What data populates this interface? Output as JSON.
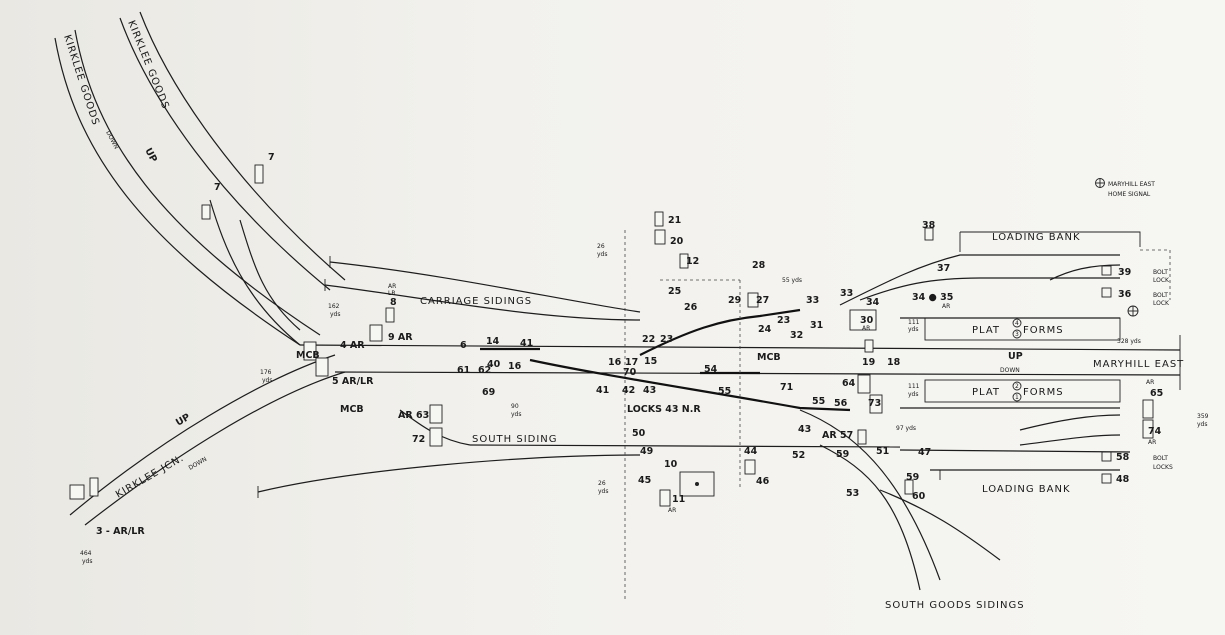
{
  "areas": {
    "kirklee_goods_outer": "KIRKLEE GOODS",
    "kirklee_goods_inner": "KIRKLEE GOODS",
    "carriage_sidings": "CARRIAGE SIDINGS",
    "loading_bank_top": "LOADING BANK",
    "loading_bank_bottom": "LOADING BANK",
    "south_siding": "SOUTH SIDING",
    "south_goods_sidings": "SOUTH GOODS SIDINGS",
    "kirklee_jcn": "KIRKLEE JCN.",
    "maryhill_east": "MARYHILL EAST",
    "platforms_top_a": "PLAT",
    "platforms_top_b": "FORMS",
    "platforms_bottom_a": "PLAT",
    "platforms_bottom_b": "FORMS",
    "platform_4": "4",
    "platform_3": "3",
    "platform_2": "2",
    "platform_1": "1",
    "mcb_1": "MCB",
    "mcb_2": "MCB",
    "mcb_3": "MCB"
  },
  "legend": {
    "line1": "MARYHILL EAST",
    "line2": "HOME SIGNAL"
  },
  "directions": {
    "up_left_diag": "UP",
    "down_left_diag": "DOWN",
    "up_goods": "UP",
    "down_goods": "DOWN",
    "up_main": "UP",
    "down_main": "DOWN"
  },
  "bolt_locks": {
    "a": "BOLT",
    "a2": "LOCK",
    "b": "BOLT",
    "b2": "LOCK",
    "c": "BOLT",
    "c2": "LOCKS"
  },
  "distances": {
    "d162": "162",
    "d162u": "yds",
    "d176": "176",
    "d176u": "yds",
    "d90": "90",
    "d90u": "yds",
    "d26a": "26",
    "d26au": "yds",
    "d26b": "26",
    "d26bu": "yds",
    "d55": "55 yds",
    "d111a": "111",
    "d111au": "yds",
    "d328": "328 yds",
    "d111b": "111",
    "d111bu": "yds",
    "d97": "97 yds",
    "d359": "359",
    "d359u": "yds",
    "d464": "464",
    "d464u": "yds"
  },
  "notes": {
    "locks": "LOCKS 43 N.R",
    "n3": "3 - AR/LR"
  },
  "numbers": {
    "n7a": "7",
    "n7b": "7",
    "n8": "8",
    "n8ar": "AR",
    "n8lr": "LR",
    "n9": "9 AR",
    "n4": "4 AR",
    "n5": "5 AR/LR",
    "n6": "6",
    "n14": "14",
    "n41a": "41",
    "n40": "40",
    "n16a": "16",
    "n61": "61",
    "n62": "62",
    "n69": "69",
    "n63": "AR 63",
    "n72": "72",
    "n21": "21",
    "n20": "20",
    "n12": "12",
    "n25": "25",
    "n26": "26",
    "n22": "22",
    "n23a": "23",
    "n15": "15",
    "n16b": "16",
    "n17": "17",
    "n70": "70",
    "n41b": "41",
    "n42": "42",
    "n43a": "43",
    "n50": "50",
    "n49": "49",
    "n10": "10",
    "n45": "45",
    "n11": "11",
    "n11ar": "AR",
    "n28": "28",
    "n29": "29",
    "n27": "27",
    "n24": "24",
    "n23b": "23",
    "n31": "31",
    "n32": "32",
    "n33a": "33",
    "n33b": "33",
    "n34": "34",
    "n30": "30",
    "n30ar": "AR",
    "n19": "19",
    "n18": "18",
    "n35": "34 ● 35",
    "n35ar": "AR",
    "n37": "37",
    "n38": "38",
    "n39": "39",
    "n36": "36",
    "n54": "54",
    "n55a": "55",
    "n71": "71",
    "n55b": "55",
    "n56": "56",
    "n64": "64",
    "n73": "73",
    "n43b": "43",
    "n57": "AR 57",
    "n51": "51",
    "n47": "47",
    "n59a": "59",
    "n44": "44",
    "n52": "52",
    "n46": "46",
    "n53": "53",
    "n59b": "59",
    "n60": "60",
    "n58": "58",
    "n48": "48",
    "n65ar": "AR",
    "n65": "65",
    "n74": "74",
    "n74ar": "AR"
  }
}
